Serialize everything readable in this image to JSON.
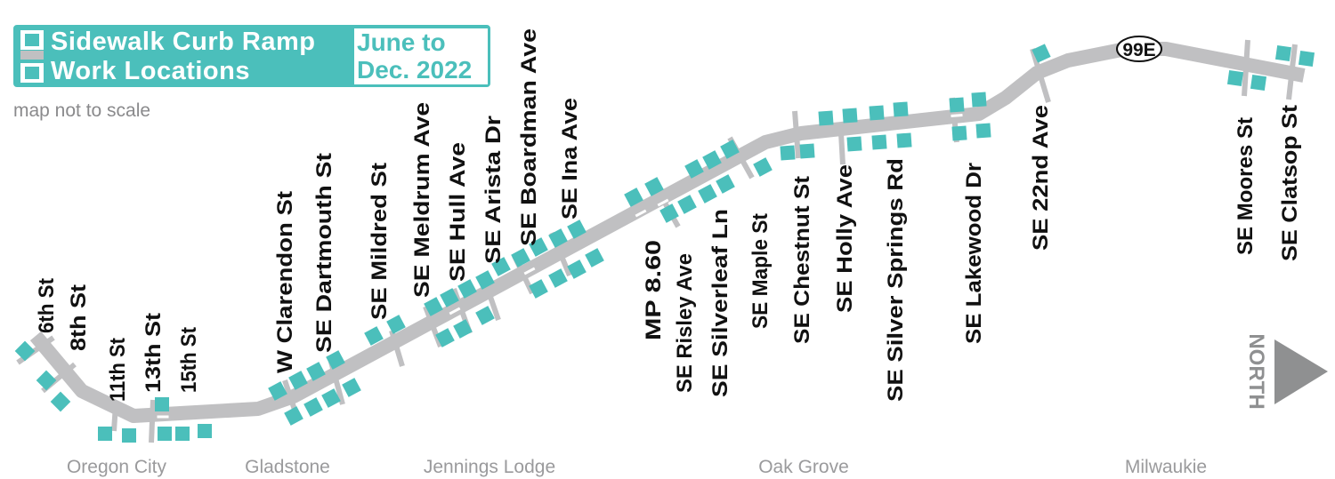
{
  "legend": {
    "title_line1": "Sidewalk Curb Ramp",
    "title_line2": "Work Locations",
    "date_line1": "June to",
    "date_line2": "Dec. 2022"
  },
  "note": "map not to scale",
  "highway_shield": "99E",
  "north_label": "NORTH",
  "streets": [
    "6th St",
    "8th St",
    "11th St",
    "13th St",
    "15th St",
    "W Clarendon St",
    "SE Dartmouth St",
    "SE Mildred St",
    "SE Meldrum Ave",
    "SE Hull Ave",
    "SE Arista Dr",
    "SE Boardman Ave",
    "SE Ina Ave",
    "MP 8.60",
    "SE Risley Ave",
    "SE Silverleaf Ln",
    "SE Maple St",
    "SE Chestnut St",
    "SE Holly Ave",
    "SE Silver Springs Rd",
    "SE Lakewood Dr",
    "SE 22nd Ave",
    "SE Moores St",
    "SE Clatsop St"
  ],
  "towns": [
    "Oregon City",
    "Gladstone",
    "Jennings Lodge",
    "Oak Grove",
    "Milwaukie"
  ],
  "colors": {
    "ramp": "#4bbfbb",
    "road": "#c0c0c2",
    "town": "#9a9a9c",
    "north": "#8f9091"
  }
}
